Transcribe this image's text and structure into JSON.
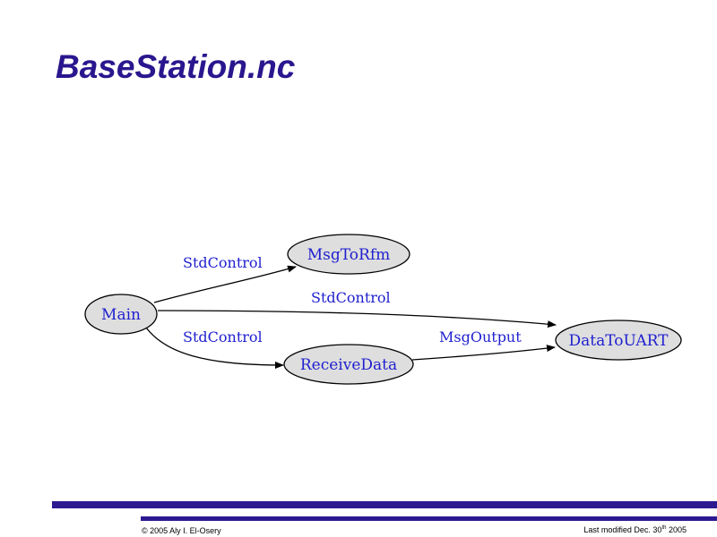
{
  "slide": {
    "title": "BaseStation.nc",
    "title_color": "#2a168e",
    "rule_color": "#2d1a91"
  },
  "diagram": {
    "node_fill": "#dedede",
    "node_stroke": "#000000",
    "label_color": "#2020d0",
    "nodes": {
      "main": "Main",
      "msg_to_rfm": "MsgToRfm",
      "receive_data": "ReceiveData",
      "data_to_uart": "DataToUART"
    },
    "edges": {
      "main_to_msg_to_rfm": "StdControl",
      "main_to_data_to_uart": "StdControl",
      "main_to_receive_data": "StdControl",
      "receive_data_to_data_to_uart": "MsgOutput"
    }
  },
  "footer": {
    "copyright": "© 2005 Aly I. El-Osery",
    "last_modified_prefix": "Last modified Dec. 30",
    "last_modified_sup": "th",
    "last_modified_year": "2005"
  }
}
